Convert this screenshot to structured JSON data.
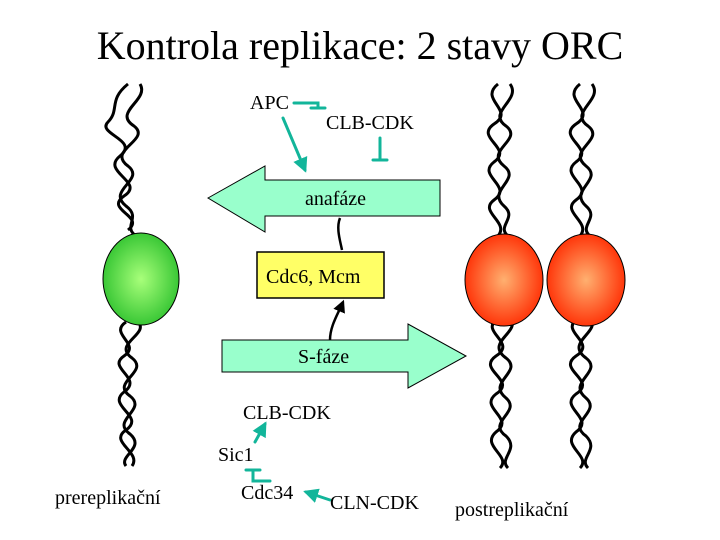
{
  "title": "Kontrola replikace: 2 stavy ORC",
  "labels": {
    "apc": "APC",
    "clb_cdk_top": "CLB-CDK",
    "anafaze": "anafáze",
    "cdc6_mcm": "Cdc6, Mcm",
    "s_faze": "S-fáze",
    "clb_cdk_bottom": "CLB-CDK",
    "sic1": "Sic1",
    "cdc34": "Cdc34",
    "cln_cdk": "CLN-CDK",
    "prereplikacni": "prereplikační",
    "postreplikacni": "postreplikační"
  },
  "colors": {
    "arrow_fill": "#99ffcc",
    "cdc6_box_fill": "#ffff66",
    "regulator_arrow": "#12b59a",
    "orc_pre": "#33cc33",
    "orc_post": "#ff3300"
  }
}
